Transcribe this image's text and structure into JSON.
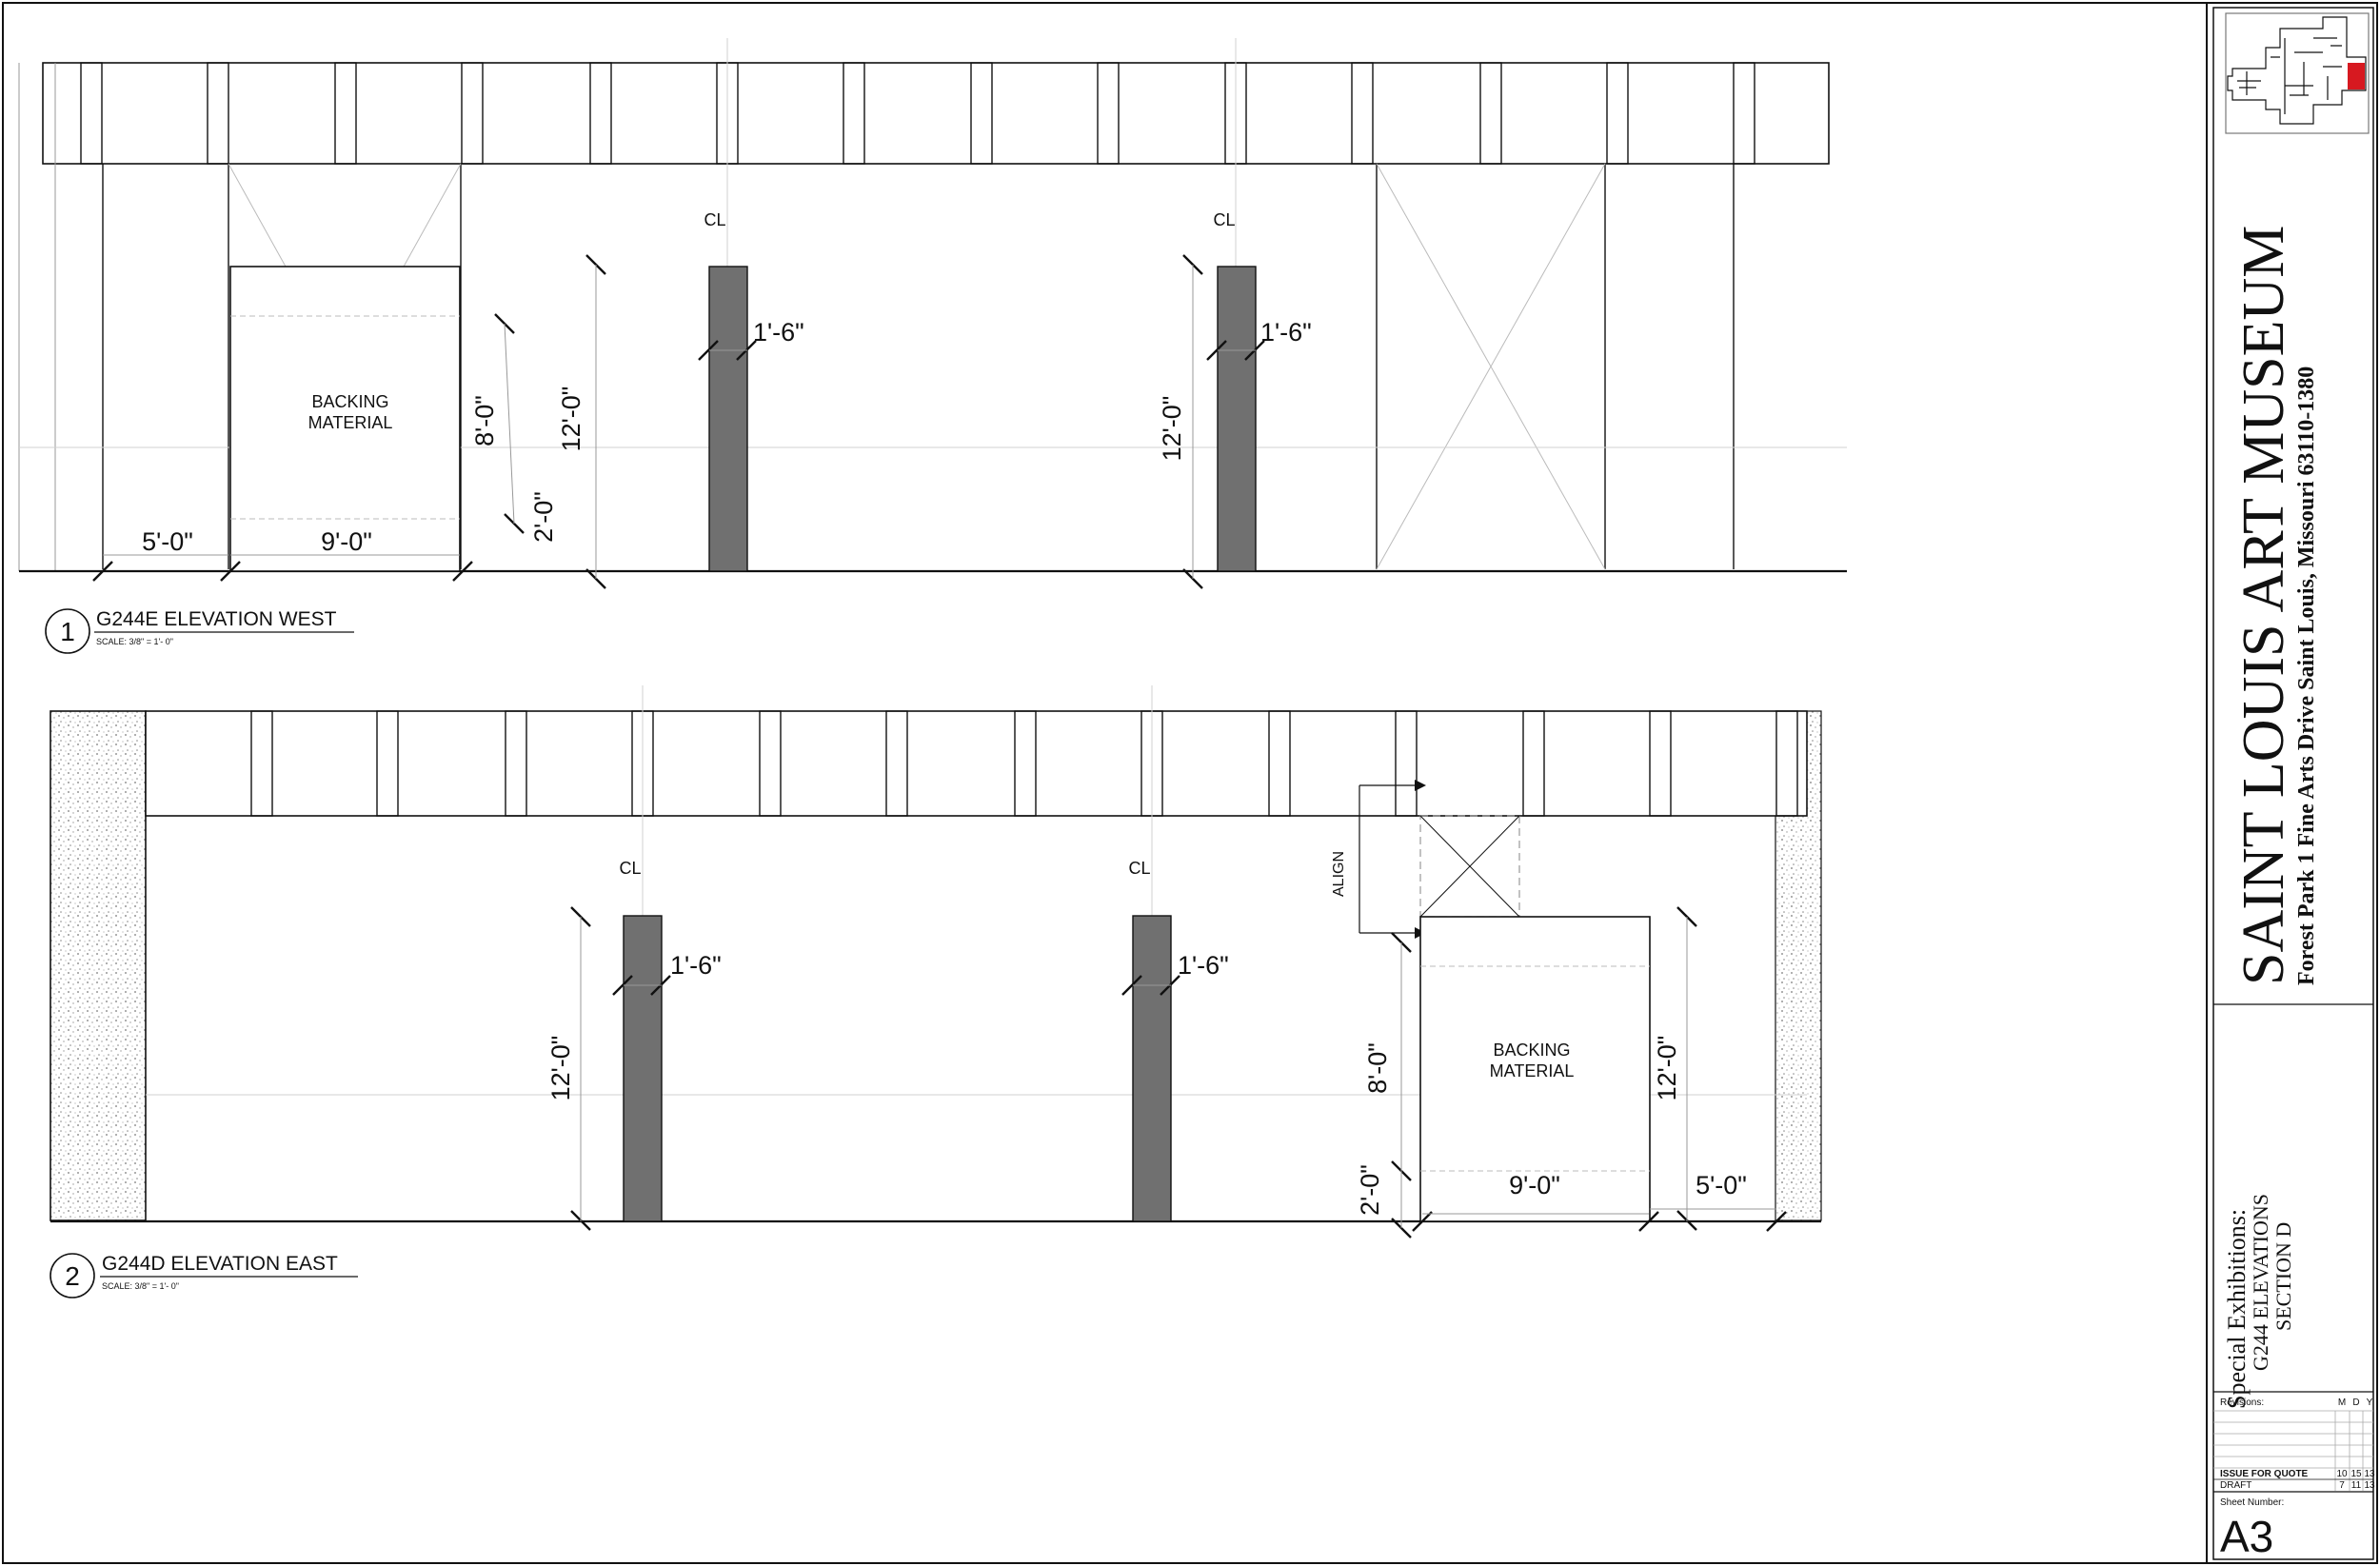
{
  "colors": {
    "line": "#111111",
    "thin": "#9a9a9a",
    "pier": "#707070",
    "accent": "#d71920"
  },
  "elev1": {
    "number": "1",
    "title": "G244E ELEVATION WEST",
    "scale": "SCALE: 3/8\" = 1'- 0\"",
    "centerline_mark": "CL",
    "backing_line1": "BACKING",
    "backing_line2": "MATERIAL",
    "dim_left_offset": "5'-0\"",
    "dim_backing_width": "9'-0\"",
    "dim_backing_height": "8'-0\"",
    "dim_backing_sill": "2'-0\"",
    "dim_wall_height": "12'-0\"",
    "dim_pier_width_a": "1'-6\"",
    "dim_pier_width_b": "1'-6\"",
    "dim_pier_height_b": "12'-0\""
  },
  "elev2": {
    "number": "2",
    "title": "G244D ELEVATION EAST",
    "scale": "SCALE: 3/8\" = 1'- 0\"",
    "centerline_mark": "CL",
    "align_label": "ALIGN",
    "backing_line1": "BACKING",
    "backing_line2": "MATERIAL",
    "dim_pier_height": "12'-0\"",
    "dim_pier_width_a": "1'-6\"",
    "dim_pier_width_b": "1'-6\"",
    "dim_backing_height": "8'-0\"",
    "dim_backing_sill": "2'-0\"",
    "dim_backing_width": "9'-0\"",
    "dim_right_height": "12'-0\"",
    "dim_right_offset": "5'-0\""
  },
  "titleblock": {
    "museum": "SAINT LOUIS ART MUSEUM",
    "address": "Forest Park   1 Fine Arts Drive   Saint Louis, Missouri  63110-1380",
    "project_line1": "Special Exhibitions:",
    "project_line2": "G244 ELEVATIONS",
    "project_line3": "SECTION D",
    "revisions_label": "Revisions:",
    "col_m": "M",
    "col_d": "D",
    "col_y": "Y",
    "rev1_label": "ISSUE FOR QUOTE",
    "rev1_m": "10",
    "rev1_d": "15",
    "rev1_y": "13",
    "rev2_label": "DRAFT",
    "rev2_m": "7",
    "rev2_d": "11",
    "rev2_y": "13",
    "sheet_number_label": "Sheet Number:",
    "sheet_number": "A3"
  }
}
